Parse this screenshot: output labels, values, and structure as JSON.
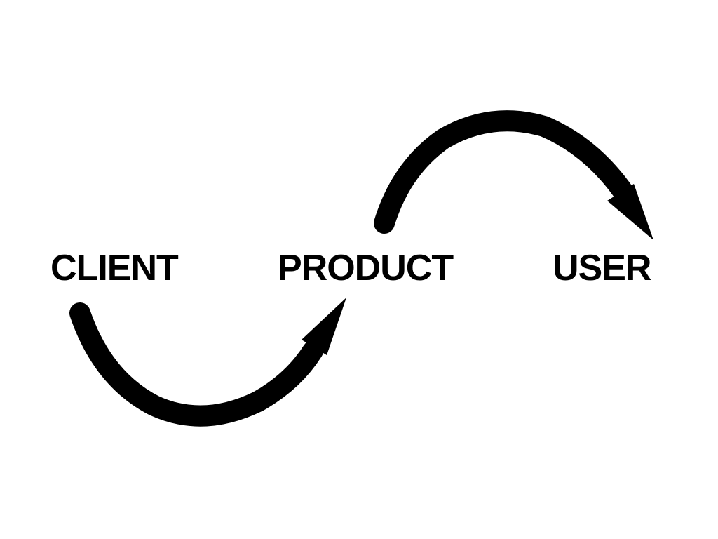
{
  "diagram": {
    "nodes": [
      {
        "id": "client",
        "label": "CLIENT"
      },
      {
        "id": "product",
        "label": "PRODUCT"
      },
      {
        "id": "user",
        "label": "USER"
      }
    ],
    "edges": [
      {
        "from": "client",
        "to": "product",
        "icon": "curved-arrow-icon"
      },
      {
        "from": "product",
        "to": "user",
        "icon": "curved-arrow-icon"
      }
    ],
    "colors": {
      "ink": "#000000",
      "background": "#ffffff"
    }
  }
}
